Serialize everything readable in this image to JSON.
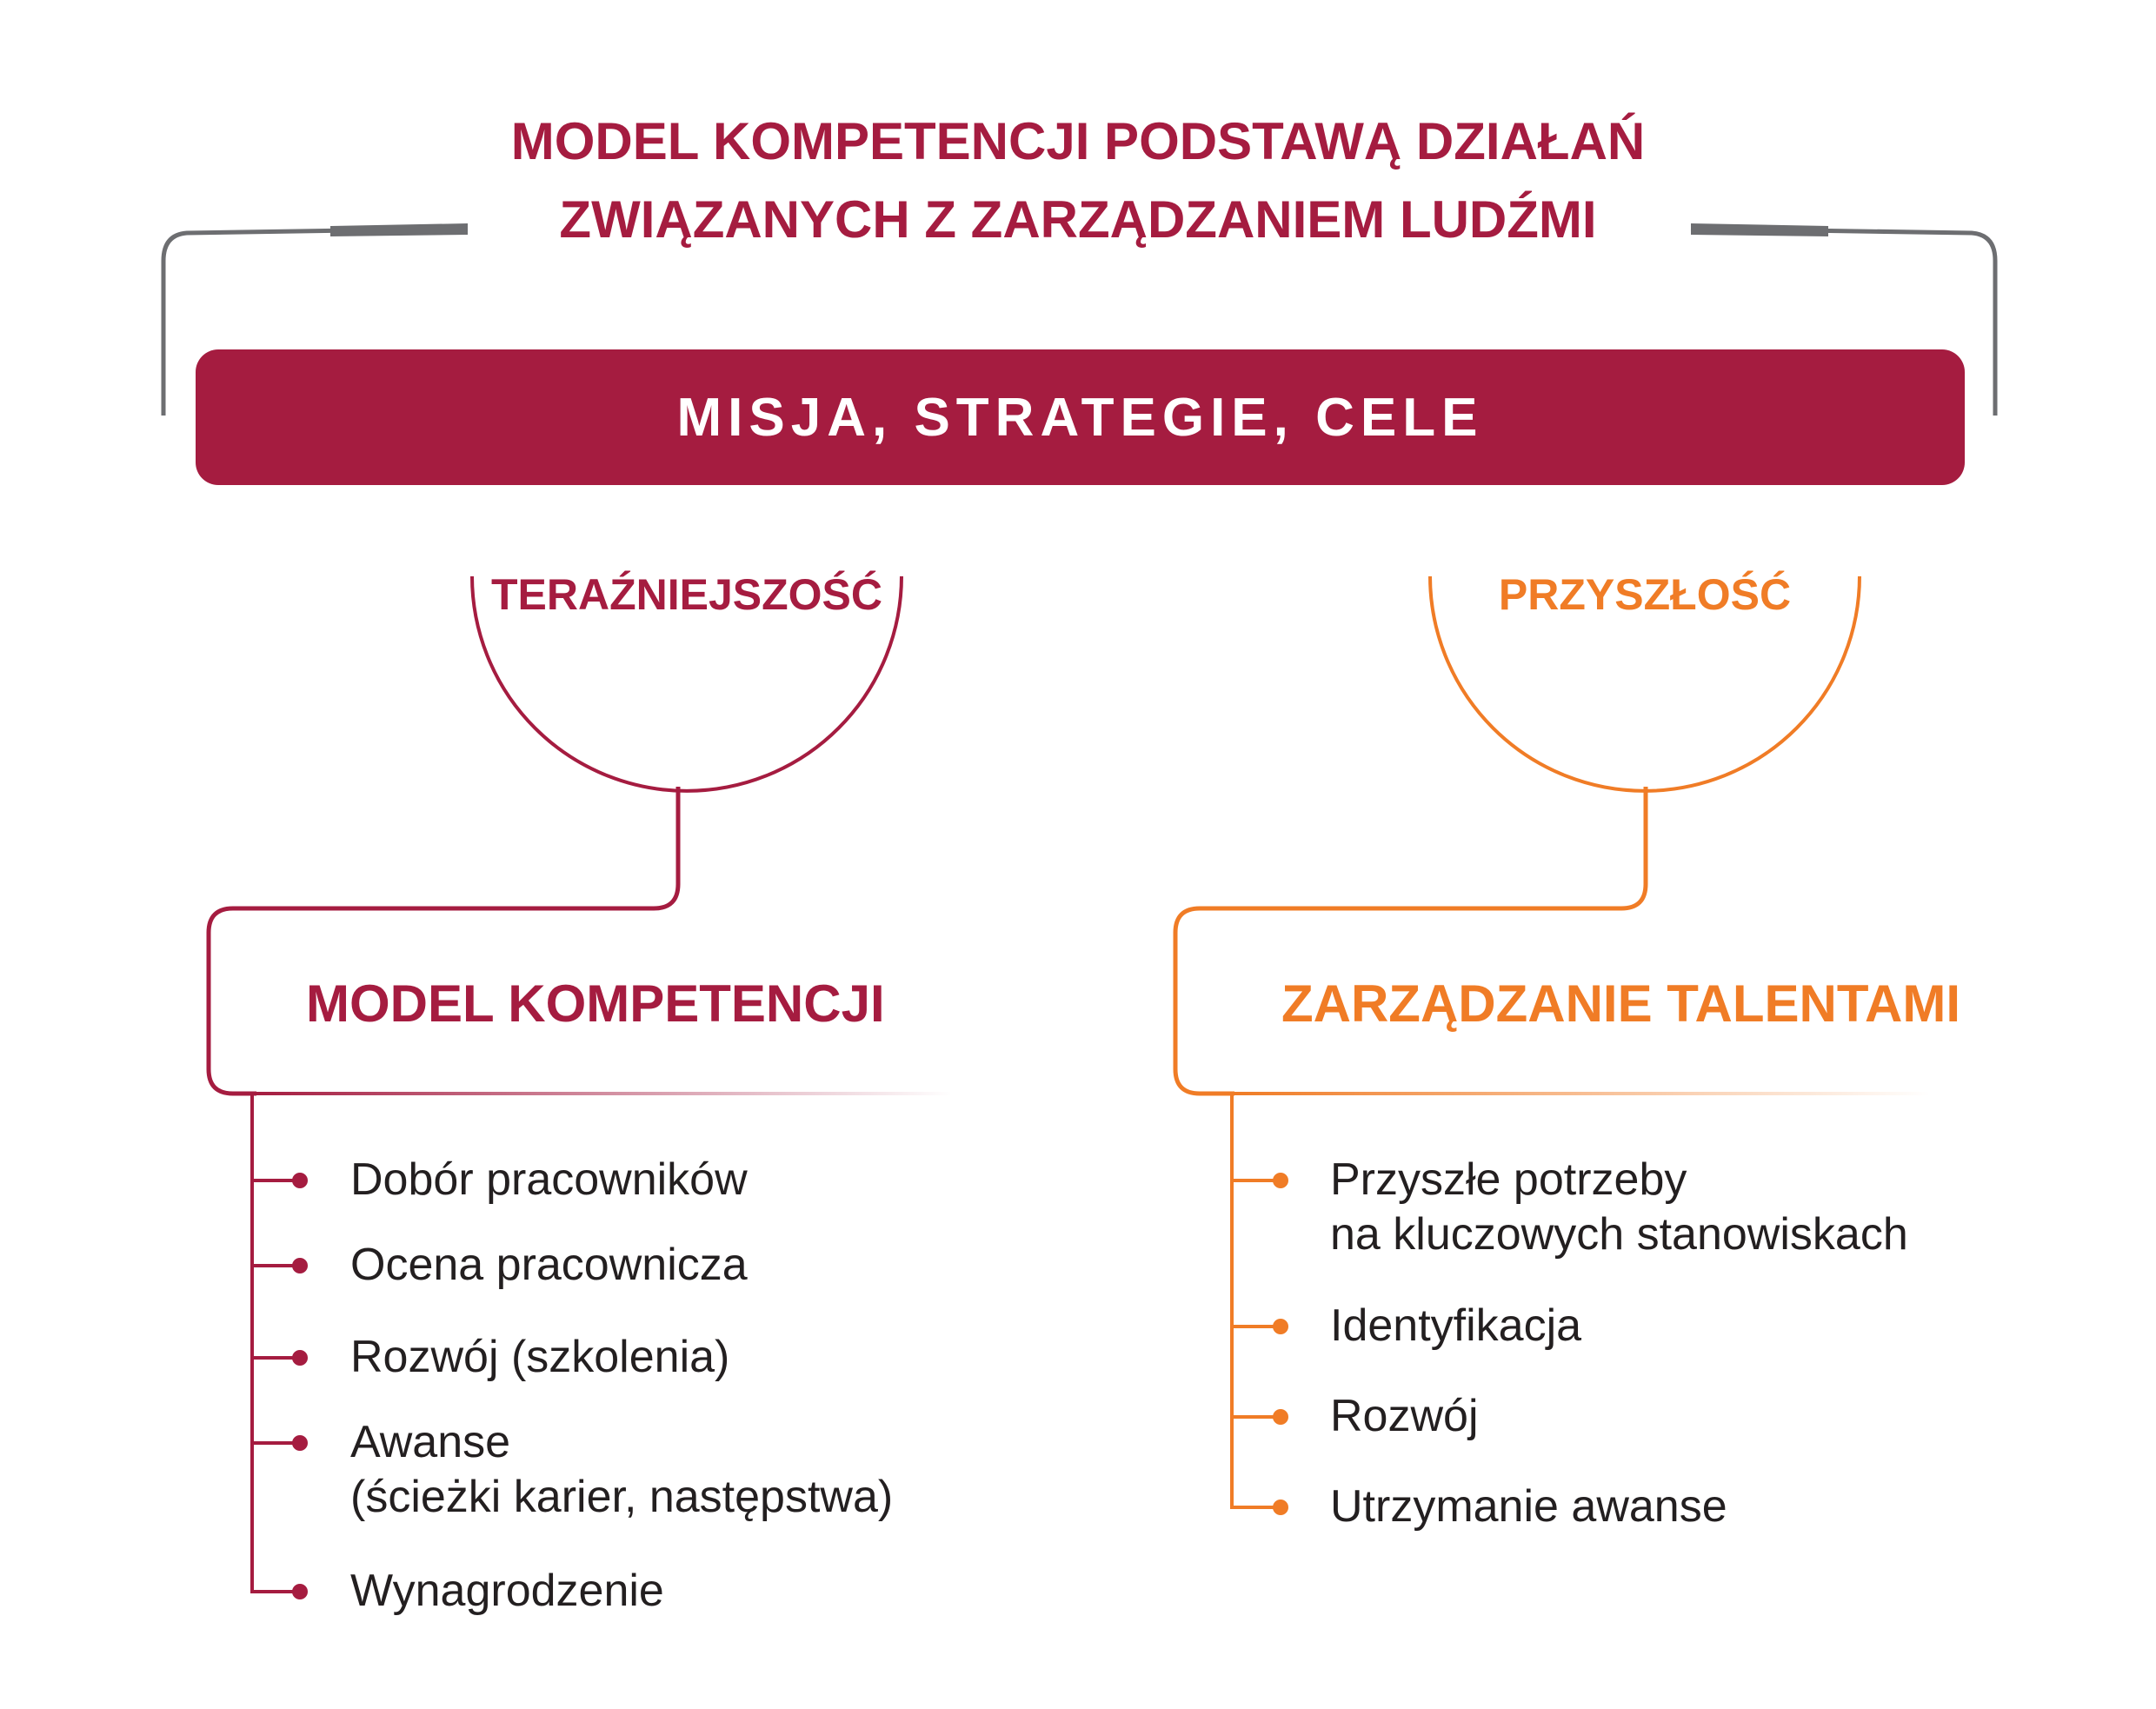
{
  "title": {
    "line1": "MODEL KOMPETENCJI PODSTAWĄ DZIAŁAŃ",
    "line2": "ZWIĄZANYCH Z ZARZĄDZANIEM LUDŹMI"
  },
  "banner": {
    "label": "MISJA, STRATEGIE, CELE"
  },
  "left": {
    "circle_label": "TERAŹNIEJSZOŚĆ",
    "box_title": "MODEL KOMPETENCJI",
    "items": [
      {
        "line1": "Dobór pracowników"
      },
      {
        "line1": "Ocena pracownicza"
      },
      {
        "line1": "Rozwój (szkolenia)"
      },
      {
        "line1": "Awanse",
        "line2": "(ścieżki karier, następstwa)"
      },
      {
        "line1": "Wynagrodzenie"
      }
    ]
  },
  "right": {
    "circle_label": "PRZYSZŁOŚĆ",
    "box_title": "ZARZĄDZANIE TALENTAMI",
    "items": [
      {
        "line1": "Przyszłe potrzeby",
        "line2": "na kluczowych stanowiskach"
      },
      {
        "line1": "Identyfikacja"
      },
      {
        "line1": "Rozwój"
      },
      {
        "line1": "Utrzymanie awanse"
      }
    ]
  },
  "colors": {
    "maroon": "#a51c40",
    "orange": "#f07c26",
    "gray": "#6d6e71",
    "text": "#231f20"
  }
}
